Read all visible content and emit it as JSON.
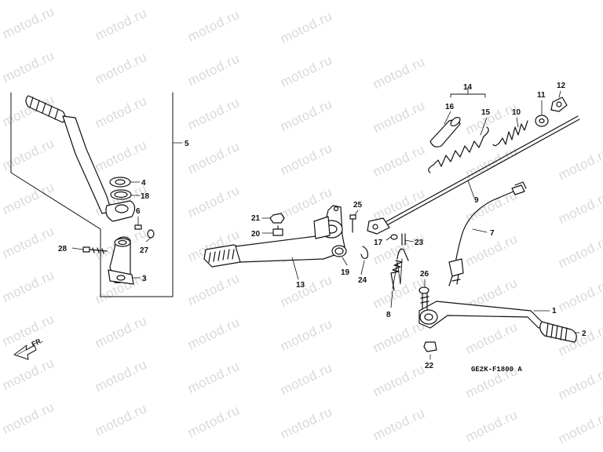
{
  "watermark": "motod.ru",
  "diagram_code": "GE2K-F1800 A",
  "front_arrow_label": "FR.",
  "callouts": {
    "c1": "1",
    "c2": "2",
    "c3": "3",
    "c4": "4",
    "c5": "5",
    "c6": "6",
    "c7": "7",
    "c8": "8",
    "c9": "9",
    "c10": "10",
    "c11": "11",
    "c12": "12",
    "c13": "13",
    "c14": "14",
    "c15": "15",
    "c16": "16",
    "c17": "17",
    "c18": "18",
    "c19": "19",
    "c20": "20",
    "c21": "21",
    "c22": "22",
    "c23": "23",
    "c24": "24",
    "c25": "25",
    "c26": "26",
    "c27": "27",
    "c28": "28"
  },
  "colors": {
    "line": "#111111",
    "watermark": "#d9d9d9",
    "background": "#ffffff"
  }
}
